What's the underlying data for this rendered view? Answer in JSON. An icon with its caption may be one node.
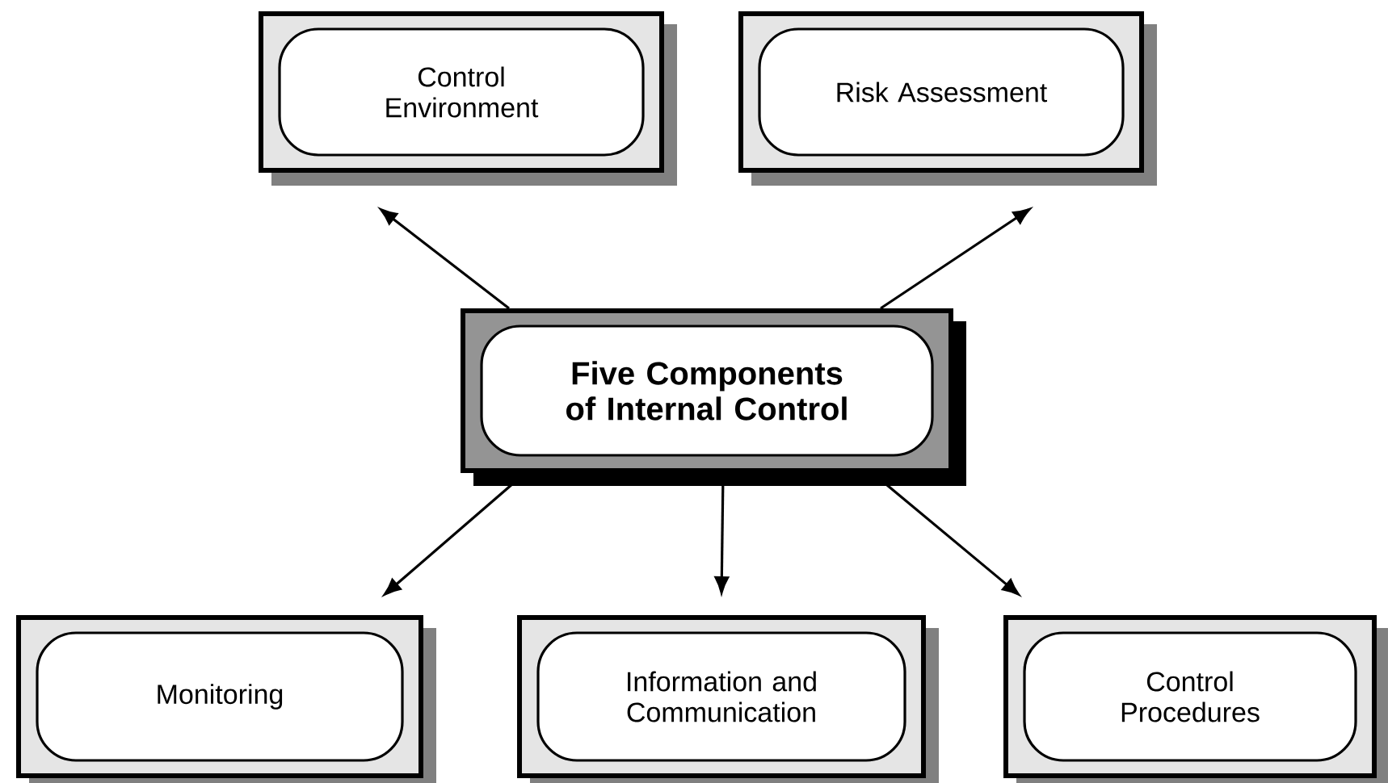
{
  "diagram": {
    "nodes": [
      {
        "text": [
          "Control Environment"
        ]
      },
      {
        "text": [
          "Risk Assessment"
        ]
      },
      {
        "text": [
          "Five Components of Internal Control"
        ]
      },
      {
        "text": [
          "Monitoring"
        ]
      },
      {
        "text": [
          "Information and Communication"
        ]
      },
      {
        "text": [
          "Control Procedures"
        ]
      }
    ],
    "edges": [
      {
        "from": 2,
        "to": 0,
        "arrow": "to"
      },
      {
        "from": 2,
        "to": 1,
        "arrow": "to"
      },
      {
        "from": 2,
        "to": 3,
        "arrow": "to"
      },
      {
        "from": 2,
        "to": 4,
        "arrow": "to"
      },
      {
        "from": 2,
        "to": 5,
        "arrow": "to"
      }
    ]
  }
}
